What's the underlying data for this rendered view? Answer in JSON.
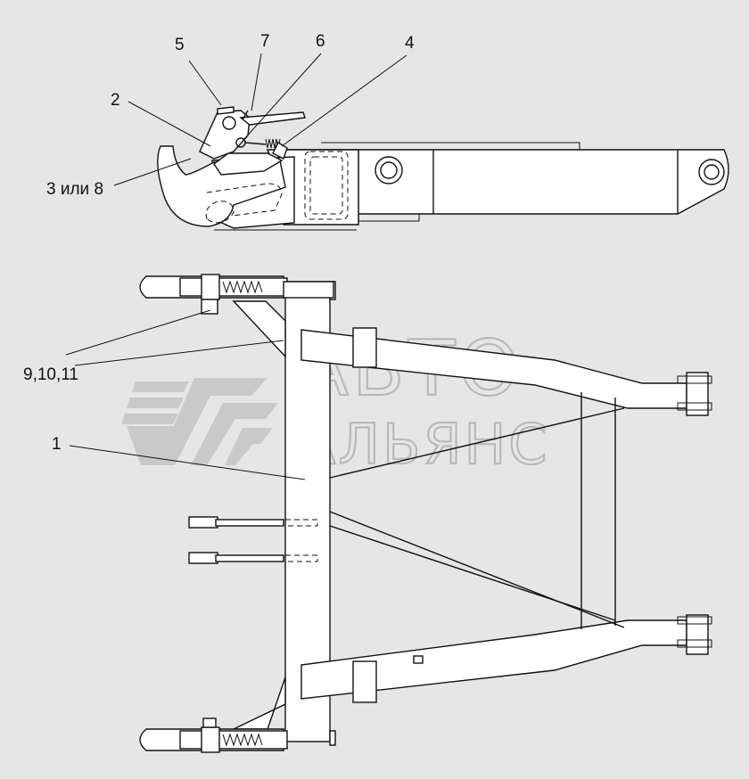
{
  "callouts": {
    "c5": "5",
    "c7": "7",
    "c6": "6",
    "c4": "4",
    "c2": "2",
    "c38": "3 или 8",
    "c91011": "9,10,11",
    "c1": "1"
  },
  "watermark": {
    "line1": "АВТО",
    "line2": "АЛЬЯНС"
  },
  "colors": {
    "background": "#e6e6e6",
    "lines": "#111111",
    "watermark": "#bdbdbd"
  }
}
